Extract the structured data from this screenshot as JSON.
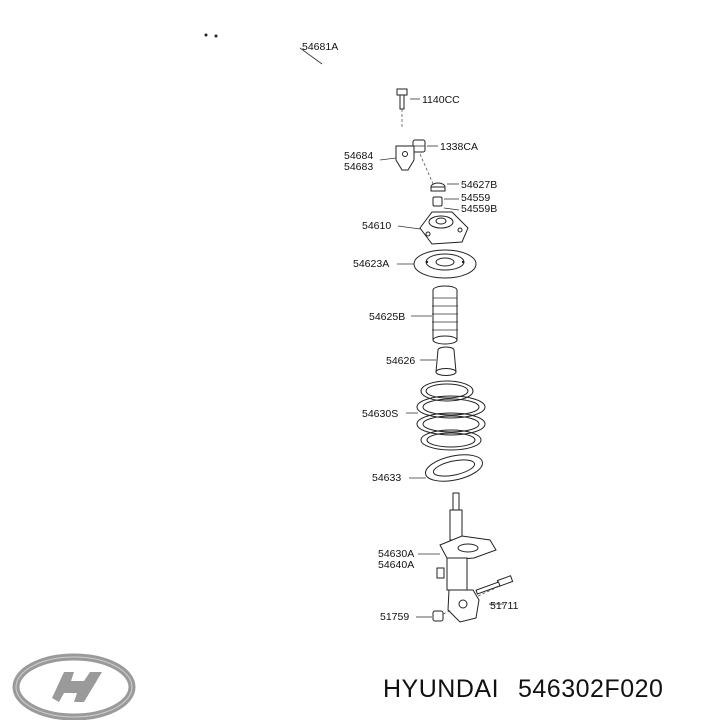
{
  "parts": {
    "stabilizer_bar": "54681A",
    "bolt": "1140CC",
    "nut_top": "1338CA",
    "bracket_a": "54684",
    "bracket_b": "54683",
    "washer": "54627B",
    "nut_mid": "54559",
    "bushing": "54559B",
    "insulator": "54610",
    "bearing": "54623A",
    "dust_cover": "54625B",
    "bumper_stopper": "54626",
    "coil_spring": "54630S",
    "spring_pad": "54633",
    "strut_a": "54630A",
    "strut_b": "54640A",
    "lower_bolt": "51711",
    "lower_nut": "51759"
  },
  "caption": {
    "brand": "HYUNDAI",
    "part_number": "546302F020"
  },
  "colors": {
    "line": "#222222",
    "fill": "#ffffff",
    "logo": "#9a9a9a"
  },
  "icons": {
    "logo": "hyundai-logo"
  }
}
